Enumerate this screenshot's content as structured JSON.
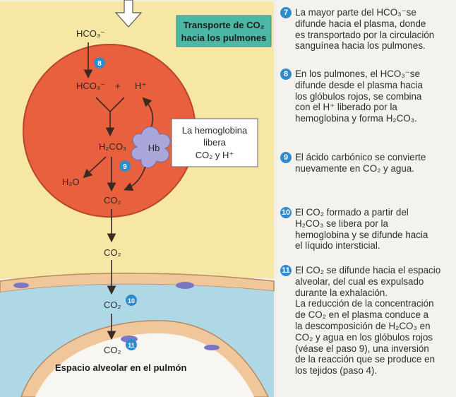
{
  "title_box": {
    "line1": "Transporte de CO₂",
    "line2": "hacia los pulmones"
  },
  "diagram": {
    "hco3_top": "HCO₃⁻",
    "badge_8": "8",
    "hco3_cell": "HCO₃⁻",
    "plus": "+",
    "h_plus": "H⁺",
    "h2co3": "H₂CO₃",
    "h2o": "H₂O",
    "badge_9": "9",
    "co2_cell": "CO₂",
    "hb": "Hb",
    "hemoglobin_box": [
      "La hemoglobina",
      "libera",
      "CO₂ y H⁺"
    ],
    "co2_interstitial": "CO₂",
    "co2_wall": "CO₂",
    "badge_10": "10",
    "co2_alveolar": "CO₂",
    "badge_11": "11",
    "alveolar_label": "Espacio alveolar en el pulmón"
  },
  "steps": [
    {
      "num": "7",
      "lines": [
        "La mayor parte del HCO₃⁻se",
        "difunde hacia el plasma, donde",
        "es transportado por la circulación",
        "sanguínea hacia los pulmones."
      ]
    },
    {
      "num": "8",
      "lines": [
        "En los pulmones, el HCO₃⁻se",
        "difunde desde el plasma hacia",
        "los glóbulos rojos, se combina",
        "con el H⁺ liberado por la",
        "hemoglobina y forma H₂CO₃."
      ]
    },
    {
      "num": "9",
      "lines": [
        "El ácido carbónico se convierte",
        "nuevamente en CO₂ y agua."
      ]
    },
    {
      "num": "10",
      "lines": [
        "El CO₂ formado a partir del",
        "H₂CO₃ se libera por la",
        "hemoglobina y se difunde hacia",
        "el líquido intersticial."
      ]
    },
    {
      "num": "11",
      "lines": [
        "El CO₂ se difunde hacia el espacio",
        "alveolar, del cual es expulsado",
        "durante la exhalación."
      ],
      "extra_lines": [
        "La reducción de la concentración",
        "de CO₂ en el plasma conduce a",
        "la descomposición de H₂CO₃ en",
        "CO₂ y agua en los glóbulos rojos",
        "(véase el paso 9), una inversión",
        "de la reacción que se produce en",
        "los tejidos (paso 4)."
      ]
    }
  ],
  "colors": {
    "plasma": "#f6e7a4",
    "cell": "#e8603d",
    "interstitial": "#aed8e6",
    "membrane": "#f0c79a",
    "title_box": "#4bb8a6",
    "badge": "#2f8bd0",
    "hemoglobin": "#a9a6d9"
  }
}
